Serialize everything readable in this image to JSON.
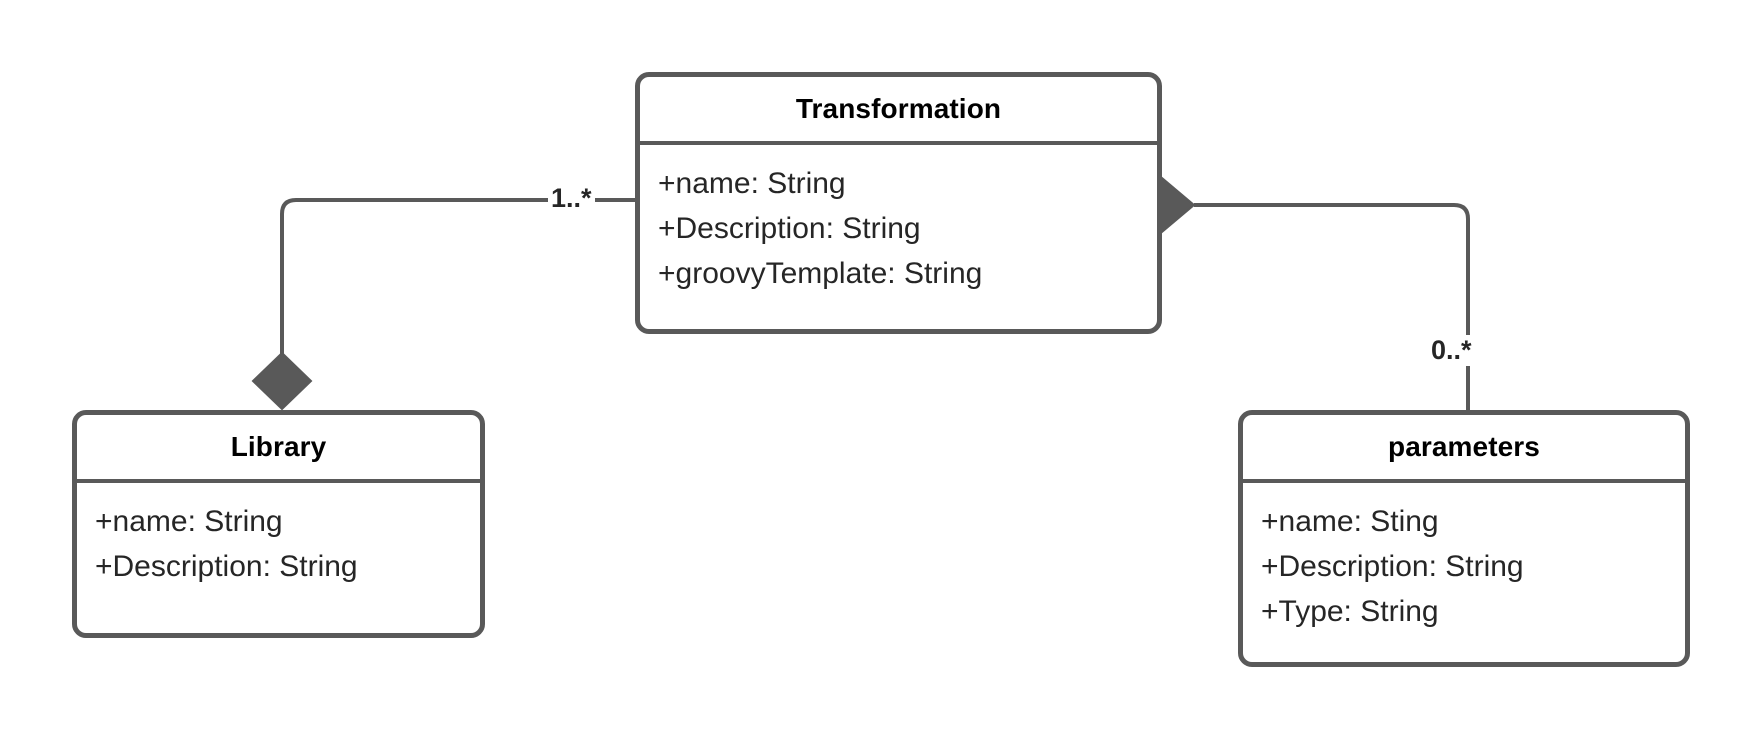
{
  "diagram": {
    "type": "uml-class-diagram",
    "background_color": "#ffffff",
    "line_color": "#595959",
    "title_text_color": "#000000",
    "attribute_text_color": "#262626",
    "classes": [
      {
        "id": "transformation",
        "name": "Transformation",
        "attributes": [
          "+name: String",
          "+Description: String",
          "+groovyTemplate: String"
        ]
      },
      {
        "id": "library",
        "name": "Library",
        "attributes": [
          "+name: String",
          "+Description: String"
        ]
      },
      {
        "id": "parameters",
        "name": "parameters",
        "attributes": [
          "+name: Sting",
          "+Description: String",
          "+Type: String"
        ]
      }
    ],
    "relationships": [
      {
        "id": "library-transformation",
        "kind": "composition",
        "diamond_end": "library",
        "other_end": "transformation",
        "multiplicity": "1..*"
      },
      {
        "id": "transformation-parameters",
        "kind": "composition",
        "diamond_end": "transformation",
        "other_end": "parameters",
        "multiplicity": "0..*"
      }
    ]
  }
}
